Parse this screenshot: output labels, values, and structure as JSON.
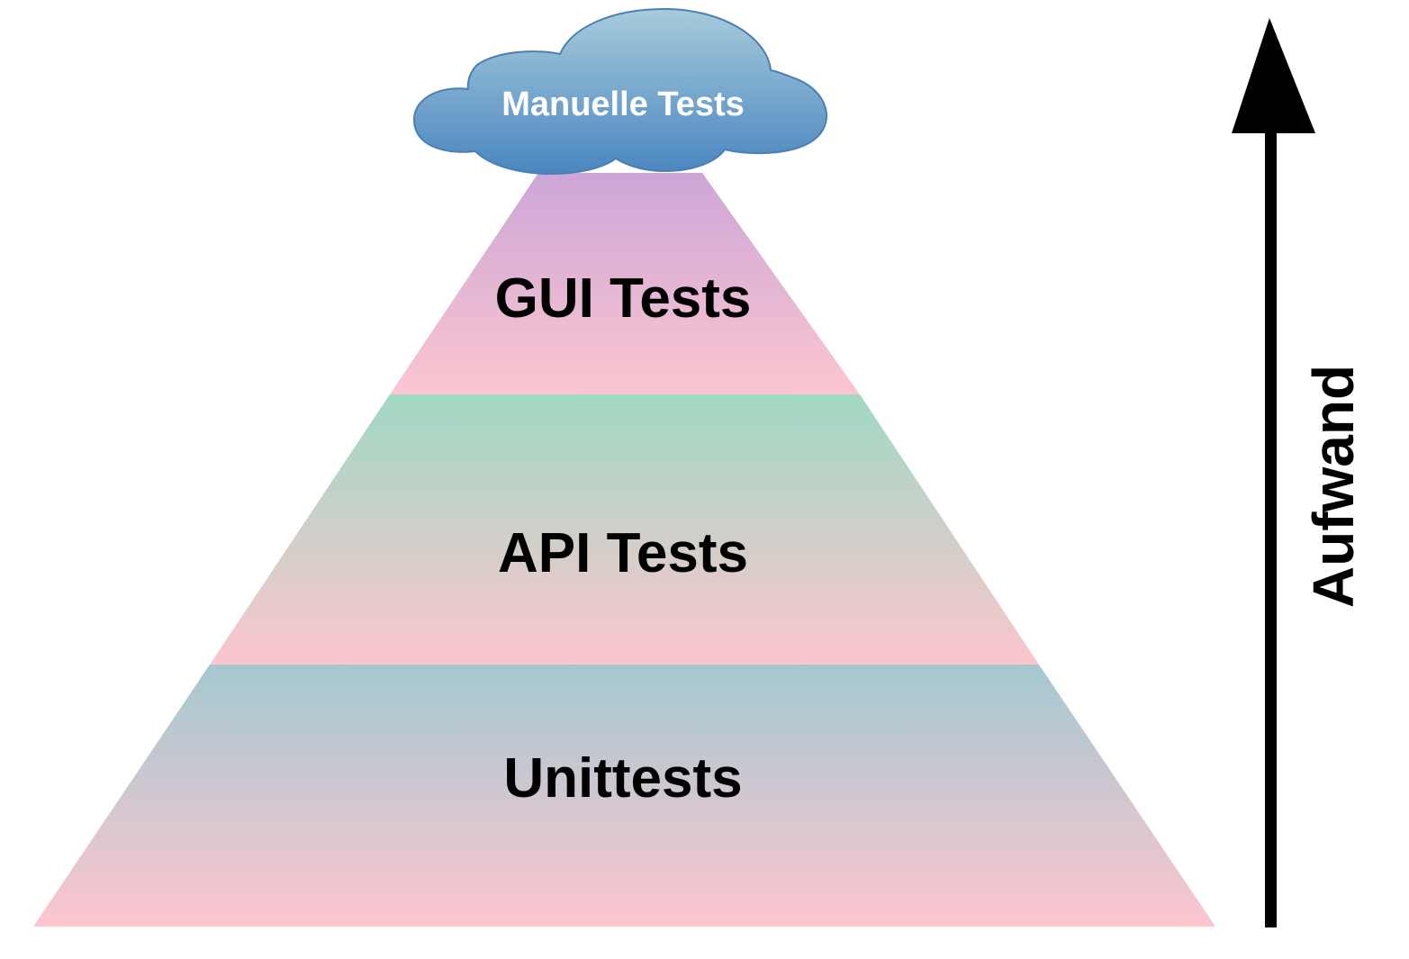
{
  "pyramid": {
    "layers": [
      {
        "label": "GUI Tests",
        "color_top": "#cda6d8",
        "color_bottom": "#fbc6d0"
      },
      {
        "label": "API Tests",
        "color_top": "#a0d9c4",
        "color_bottom": "#fbc6cd"
      },
      {
        "label": "Unittests",
        "color_top": "#a5c8d0",
        "color_bottom": "#fcc6cf"
      }
    ],
    "cloud": {
      "label": "Manuelle Tests",
      "color_top": "#a7cbdc",
      "color_bottom": "#4a86c0"
    }
  },
  "effort_axis": {
    "label": "Aufwand",
    "color": "#000000"
  }
}
